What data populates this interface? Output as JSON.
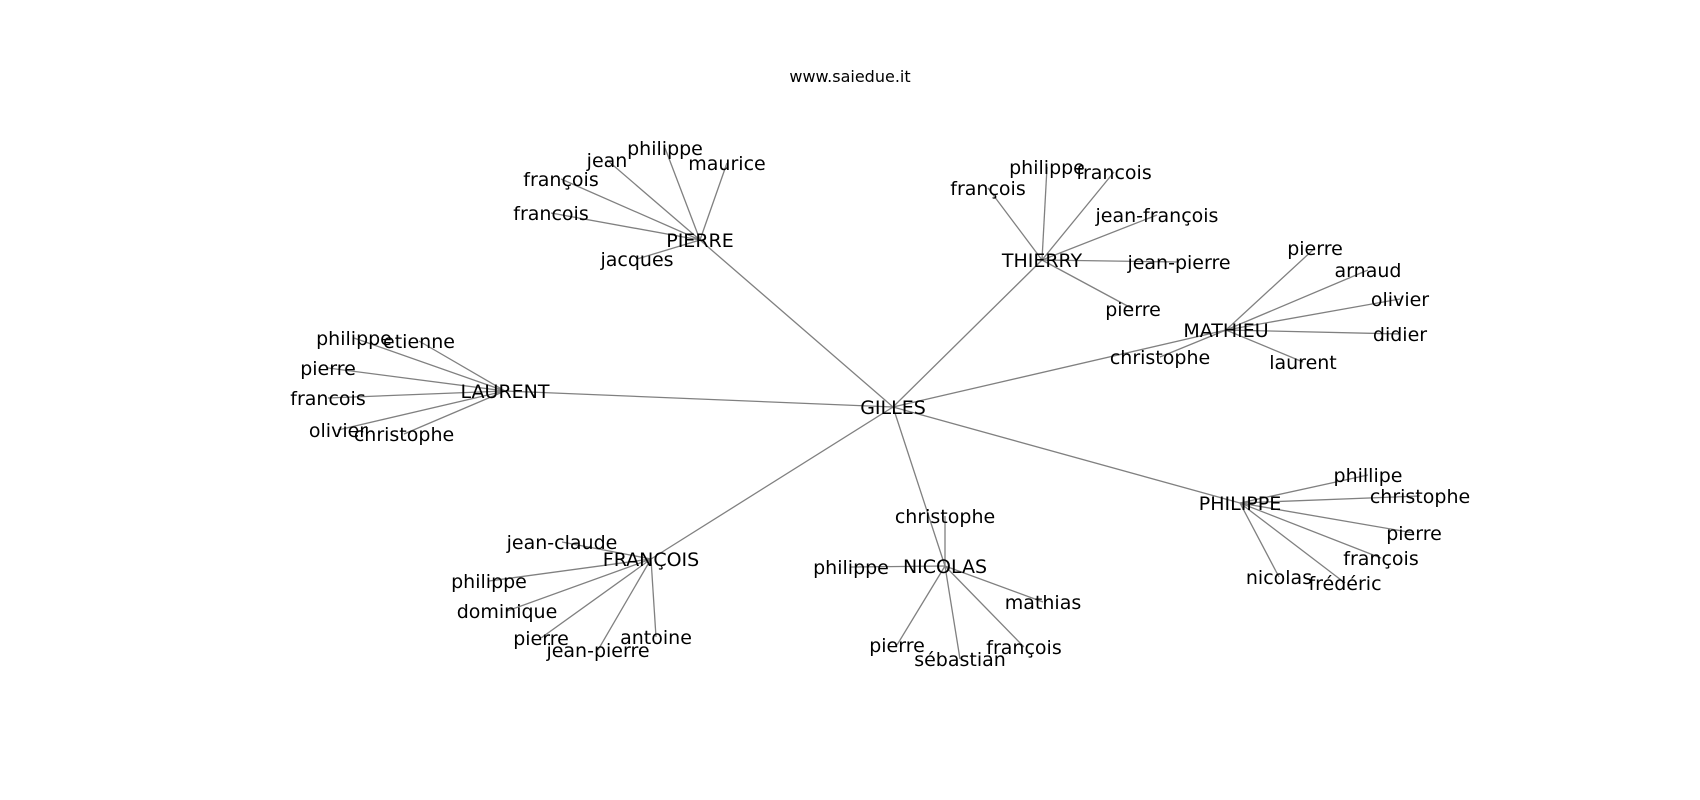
{
  "watermark": "www.saiedue.it",
  "center": "GILLES",
  "colors": {
    "edge": "#808080",
    "text": "#000000",
    "background": "#ffffff"
  },
  "branches": [
    {
      "label": "PIERRE",
      "leaves": [
        "philippe",
        "jean",
        "maurice",
        "françois",
        "francois",
        "jacques"
      ]
    },
    {
      "label": "THIERRY",
      "leaves": [
        "philippe",
        "francois",
        "françois",
        "jean-françois",
        "jean-pierre",
        "pierre"
      ]
    },
    {
      "label": "MATHIEU",
      "leaves": [
        "pierre",
        "arnaud",
        "olivier",
        "didier",
        "christophe",
        "laurent"
      ]
    },
    {
      "label": "LAURENT",
      "leaves": [
        "philippe",
        "etienne",
        "pierre",
        "francois",
        "olivier",
        "christophe"
      ]
    },
    {
      "label": "PHILIPPE",
      "leaves": [
        "phillipe",
        "christophe",
        "pierre",
        "françois",
        "frédéric",
        "nicolas"
      ]
    },
    {
      "label": "NICOLAS",
      "leaves": [
        "christophe",
        "philippe",
        "mathias",
        "pierre",
        "sébastian",
        "françois"
      ]
    },
    {
      "label": "FRANÇOIS",
      "leaves": [
        "jean-claude",
        "philippe",
        "dominique",
        "pierre",
        "jean-pierre",
        "antoine"
      ]
    }
  ]
}
